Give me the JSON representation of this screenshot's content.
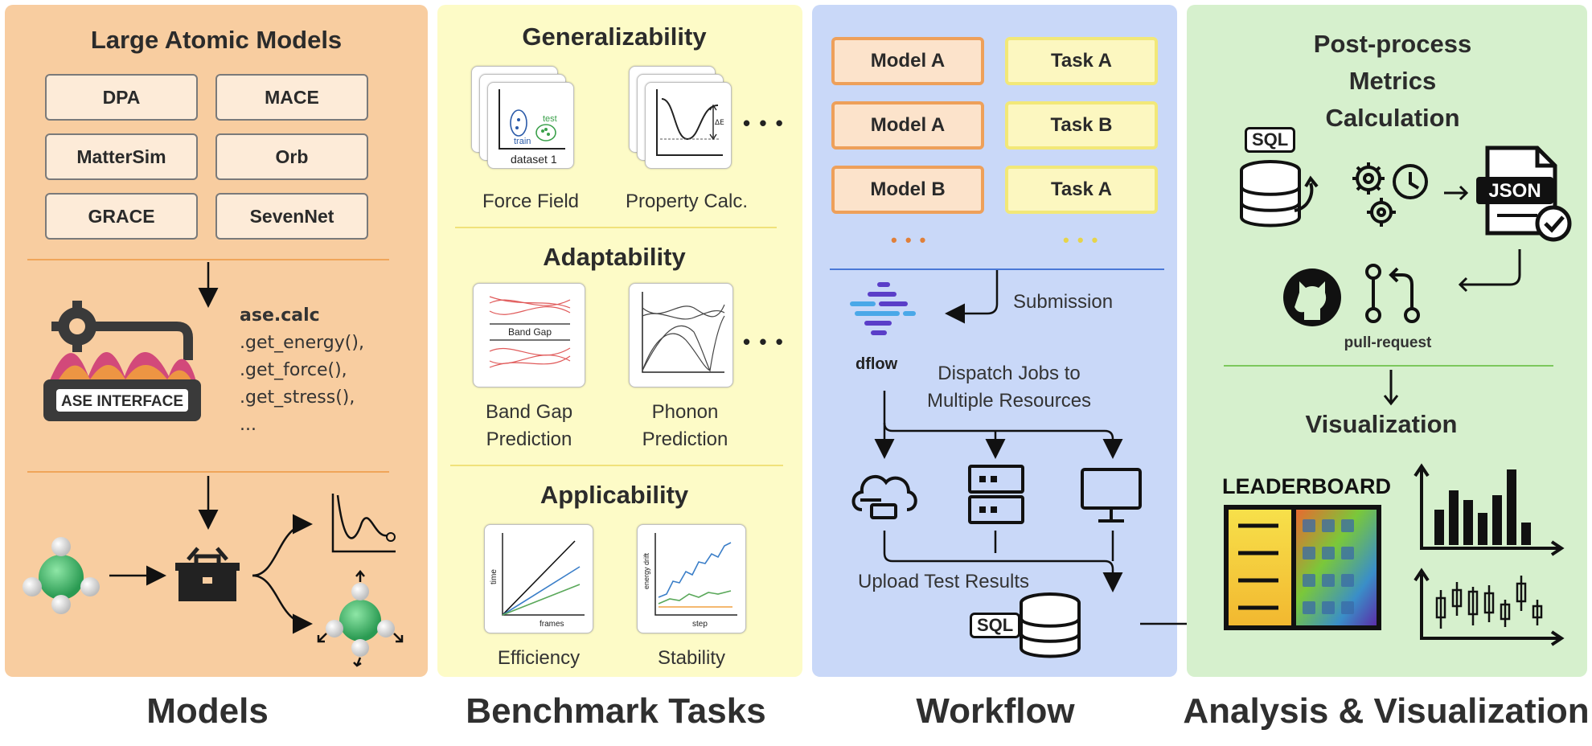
{
  "models_panel": {
    "title": "Large Atomic Models",
    "models": [
      "DPA",
      "MACE",
      "MatterSim",
      "Orb",
      "GRACE",
      "SevenNet"
    ],
    "ase_label": "ASE INTERFACE",
    "code_lines": [
      "ase.calc",
      ".get_energy(),",
      ".get_force(),",
      ".get_stress(),",
      "..."
    ]
  },
  "tasks_panel": {
    "sections": [
      {
        "title": "Generalizability",
        "items": [
          "Force Field",
          "Property Calc."
        ]
      },
      {
        "title": "Adaptability",
        "items": [
          "Band Gap\nPrediction",
          "Phonon\nPrediction"
        ]
      },
      {
        "title": "Applicability",
        "items": [
          "Efficiency",
          "Stability"
        ]
      }
    ],
    "thumb_labels": {
      "train": "train",
      "test": "test",
      "dataset": "dataset 1",
      "delta_e": "ΔE",
      "band_gap": "Band Gap",
      "time": "time",
      "frames": "frames",
      "energy_drift": "energy drift",
      "step": "step"
    },
    "ellipsis": "• • •"
  },
  "workflow_panel": {
    "pairs": [
      {
        "model": "Model A",
        "task": "Task A"
      },
      {
        "model": "Model A",
        "task": "Task B"
      },
      {
        "model": "Model B",
        "task": "Task A"
      }
    ],
    "dots": "• • •",
    "submission": "Submission",
    "dflow": "dflow",
    "dispatch": "Dispatch Jobs to\nMultiple Resources",
    "upload": "Upload Test Results",
    "sql": "SQL"
  },
  "analysis_panel": {
    "title": "Post-process\nMetrics Calculation",
    "sql": "SQL",
    "json": "JSON",
    "pull_request": "pull-request",
    "visualization": "Visualization",
    "leaderboard": "LEADERBOARD"
  },
  "footers": [
    "Models",
    "Benchmark Tasks",
    "Workflow",
    "Analysis & Visualization"
  ],
  "colors": {
    "models": "#f8cda0",
    "tasks": "#fdfbc7",
    "workflow": "#c9d8f8",
    "analysis": "#d6f0cd",
    "accent_orange": "#eea05a",
    "accent_yellow": "#f2e878"
  }
}
